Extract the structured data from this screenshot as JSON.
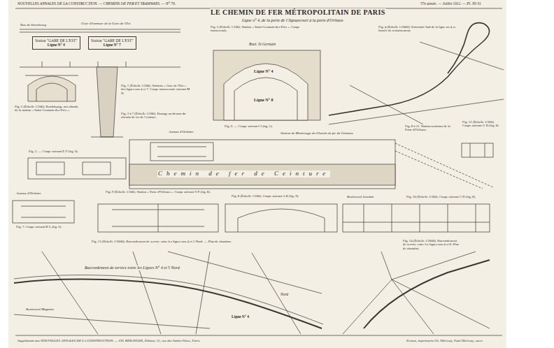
{
  "diagram": {
    "title": "LE CHEMIN DE FER MÉTROPOLITAIN DE PARIS",
    "nodes": [
      {
        "text": [
          "Station \"GARE DE L'EST\"",
          "Ligne N° 4"
        ]
      },
      {
        "text": [
          "Station \"GARE DE L'EST\"",
          "Ligne N° 7"
        ]
      }
    ],
    "labels": [
      "NOUVELLES ANNALES DE LA CONSTRUCTION. — CHEMINS DE FER ET TRAMWAYS. — N° 79.",
      "57e année. — Juillet 1911. — Pl. 30-31",
      "Ligne n° 4, de la porte de Clignancourt à la porte d'Orléans",
      "Rue de Strasbourg",
      "Cour d'honneur de la Gare de l'Est",
      "Fig. 2 (Échelle 1/200). Remblayage aux abords de la station « Saint-Germain-des-Prés ».",
      "Fig. 1 (Échelle 1/200). Stations « Gare de l'Est » des lignes nos 4 et 7. Coupe transversale suivant M N.",
      "Fig. 3 à 7 (Échelle 1/200). Passage au-dessus du chemin de fer de Ceinture.",
      "Fig. 3 (Échelle 1/100). Station « Saint-Germain-des-Prés ». Coupe transversale.",
      "Boul. St Germain",
      "Ligne N° 4",
      "Ligne N° 8",
      "Fig. 6. — Coupe suivant I J (fig. 5).",
      "Fig. 4 (Échelle 1/2000). Extrémité Sud de la ligne no 4 et boucle de retournement.",
      "Avenue d'Orléans",
      "Station de Montrouge du Chemin de fer de Ceinture",
      "Chemin de fer de Ceinture",
      "Fig. 8 à 11. Station terminus de la Porte d'Orléans.",
      "Fig. 12 (Échelle 1/200). Coupe suivant G H (fig. 8).",
      "Fig. 5. — Coupe suivant E F (fig. 6).",
      "Avenue d'Orléans",
      "Fig. 7. Coupe suivant K L (fig. 6).",
      "Fig. 9 (Échelle 1/200). Station « Porte d'Orléans ». Coupe suivant O P (fig. 8).",
      "Fig. 8 (Échelle 1/200). Coupe suivant A B (fig. 9).",
      "Boulevard Jourdan",
      "Fig. 10 (Échelle 1/200). Coupe suivant C D (fig. 8).",
      "Fig. 13 (Échelle 1/2000). Raccordement de service entre les lignes nos 4 et 5 Nord. — Plan de situation.",
      "Fig. 14 (Échelle 1/2000). Raccordement de service entre les lignes nos 4 et 8. Plan de situation.",
      "Raccordement de service entre les Lignes N° 4 et 5 Nord",
      "Boulevard Magenta",
      "Ligne N° 4",
      "Nord",
      "Supplément aux NOUVELLES ANNALES DE LA CONSTRUCTION. — CH. BÉRANGER, Éditeur, 15, rue des Saints-Pères, Paris.",
      "Evreux, imprimerie Ch. Hérissey, Paul Hérissey, succr"
    ]
  }
}
